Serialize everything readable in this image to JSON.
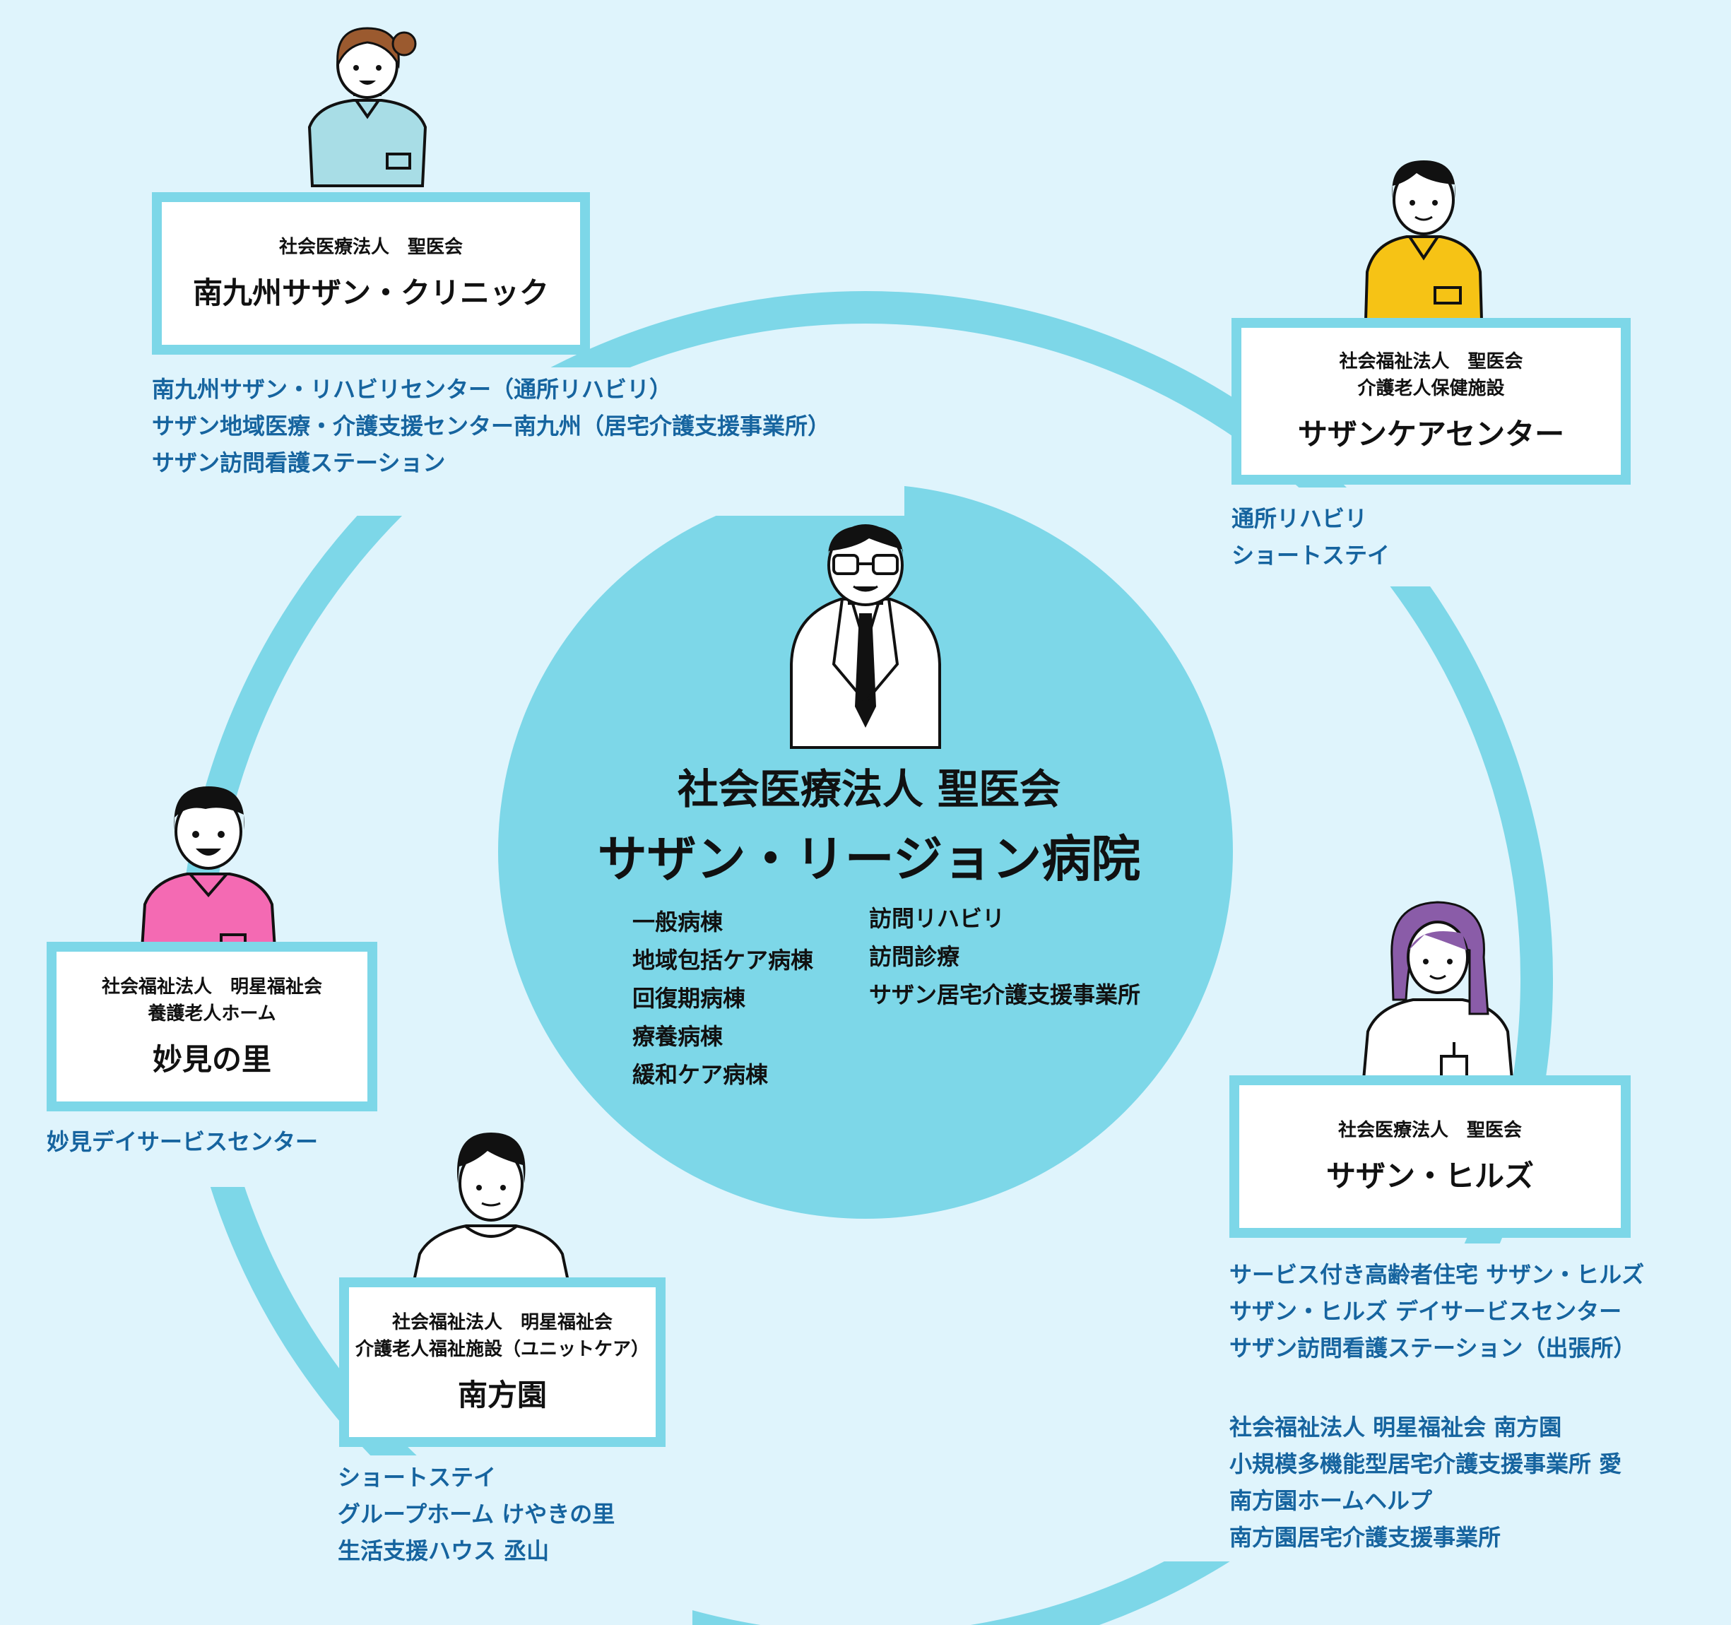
{
  "colors": {
    "background": "#dff4fc",
    "ring": "#7dd7e8",
    "center_circle": "#7dd7e8",
    "service_text": "#16649f",
    "box_border": "#7dd7e8"
  },
  "center": {
    "org": "社会医療法人 聖医会",
    "name": "サザン・リージョン病院",
    "departments_left": [
      "一般病棟",
      "地域包括ケア病棟",
      "回復期病棟",
      "療養病棟",
      "緩和ケア病棟"
    ],
    "departments_right": [
      "訪問リハビリ",
      "訪問診療",
      "サザン居宅介護支援事業所"
    ]
  },
  "facilities": {
    "clinic": {
      "org_lines": [
        "社会医療法人　聖医会"
      ],
      "name": "南九州サザン・クリニック",
      "services": [
        "南九州サザン・リハビリセンター（通所リハビリ）",
        "サザン地域医療・介護支援センター南九州（居宅介護支援事業所）",
        "サザン訪問看護ステーション"
      ]
    },
    "care_center": {
      "org_lines": [
        "社会福祉法人　聖医会",
        "介護老人保健施設"
      ],
      "name": "サザンケアセンター",
      "services": [
        "通所リハビリ",
        "ショートステイ"
      ]
    },
    "myoken": {
      "org_lines": [
        "社会福祉法人　明星福祉会",
        "養護老人ホーム"
      ],
      "name": "妙見の里",
      "services": [
        "妙見デイサービスセンター"
      ]
    },
    "southern_hills": {
      "org_lines": [
        "社会医療法人　聖医会"
      ],
      "name": "サザン・ヒルズ",
      "services": [
        "サービス付き高齢者住宅 サザン・ヒルズ",
        "サザン・ヒルズ デイサービスセンター",
        "サザン訪問看護ステーション（出張所）"
      ],
      "services_2": [
        "社会福祉法人 明星福祉会 南方園",
        "小規模多機能型居宅介護支援事業所 愛",
        "南方園ホームヘルプ",
        "南方園居宅介護支援事業所"
      ]
    },
    "nanpoen": {
      "org_lines": [
        "社会福祉法人　明星福祉会",
        "介護老人福祉施設（ユニットケア）"
      ],
      "name": "南方園",
      "services": [
        "ショートステイ",
        "グループホーム けやきの里",
        "生活支援ハウス 丞山"
      ]
    }
  }
}
